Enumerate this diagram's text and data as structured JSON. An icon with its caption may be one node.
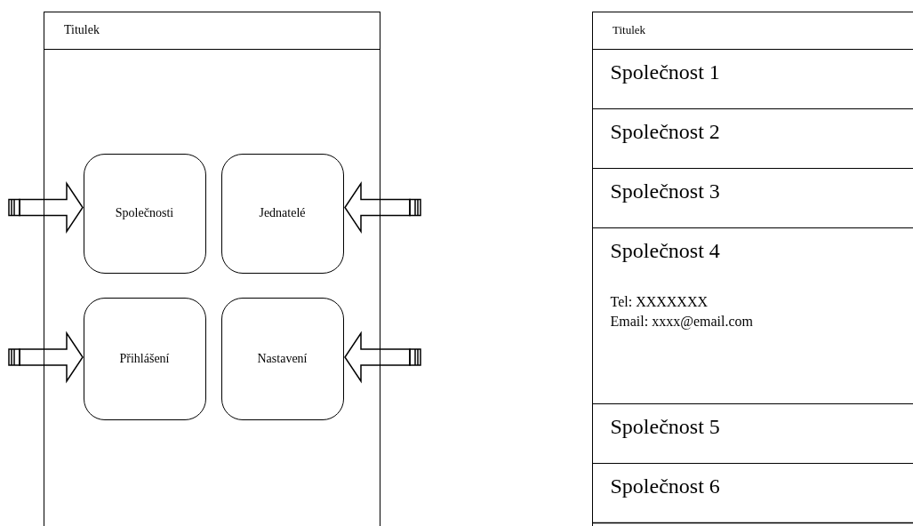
{
  "diagram": {
    "nodes": [
      {
        "text": [
          "Titulek"
        ]
      },
      {
        "text": [
          "Společnosti"
        ],
        "in": 0
      },
      {
        "text": [
          "Jednatelé"
        ],
        "in": 0
      },
      {
        "text": [
          "Přihlášení"
        ],
        "in": 0
      },
      {
        "text": [
          "Nastavení"
        ],
        "in": 0
      },
      {
        "text": [
          "Titulek"
        ]
      },
      {
        "text": [
          "Společnost 1"
        ],
        "in": 5
      },
      {
        "text": [
          "Společnost 2"
        ],
        "in": 5
      },
      {
        "text": [
          "Společnost 3"
        ],
        "in": 5
      },
      {
        "text": [
          "Společnost 4",
          "Tel: XXXXXXX",
          "Email: xxxx@email.com"
        ],
        "in": 5
      },
      {
        "text": [
          "Společnost 5"
        ],
        "in": 5
      },
      {
        "text": [
          "Společnost 6"
        ],
        "in": 5
      }
    ],
    "edges": [
      {
        "from": null,
        "to": 1,
        "arrow": "to"
      },
      {
        "from": null,
        "to": 2,
        "arrow": "to"
      },
      {
        "from": null,
        "to": 3,
        "arrow": "to"
      },
      {
        "from": null,
        "to": 4,
        "arrow": "to"
      }
    ]
  }
}
